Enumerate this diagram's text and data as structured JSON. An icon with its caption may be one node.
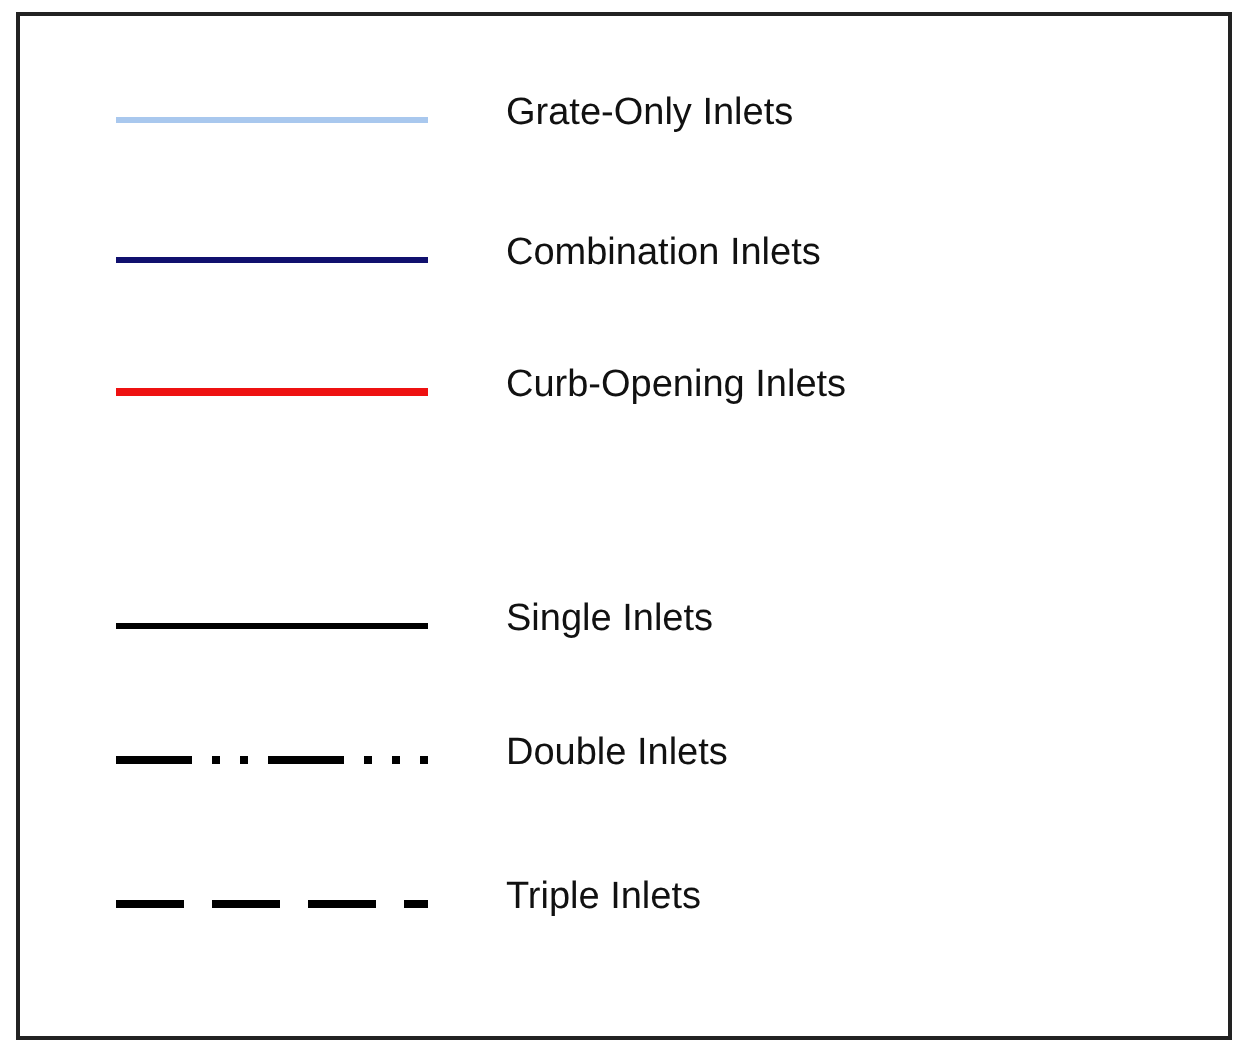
{
  "diagram": {
    "legend": [
      {
        "text": "Grate-Only Inlets"
      },
      {
        "text": "Combination Inlets"
      },
      {
        "text": "Curb-Opening Inlets"
      },
      {
        "text": "Single Inlets"
      },
      {
        "text": "Double Inlets"
      },
      {
        "text": "Triple Inlets"
      }
    ]
  }
}
